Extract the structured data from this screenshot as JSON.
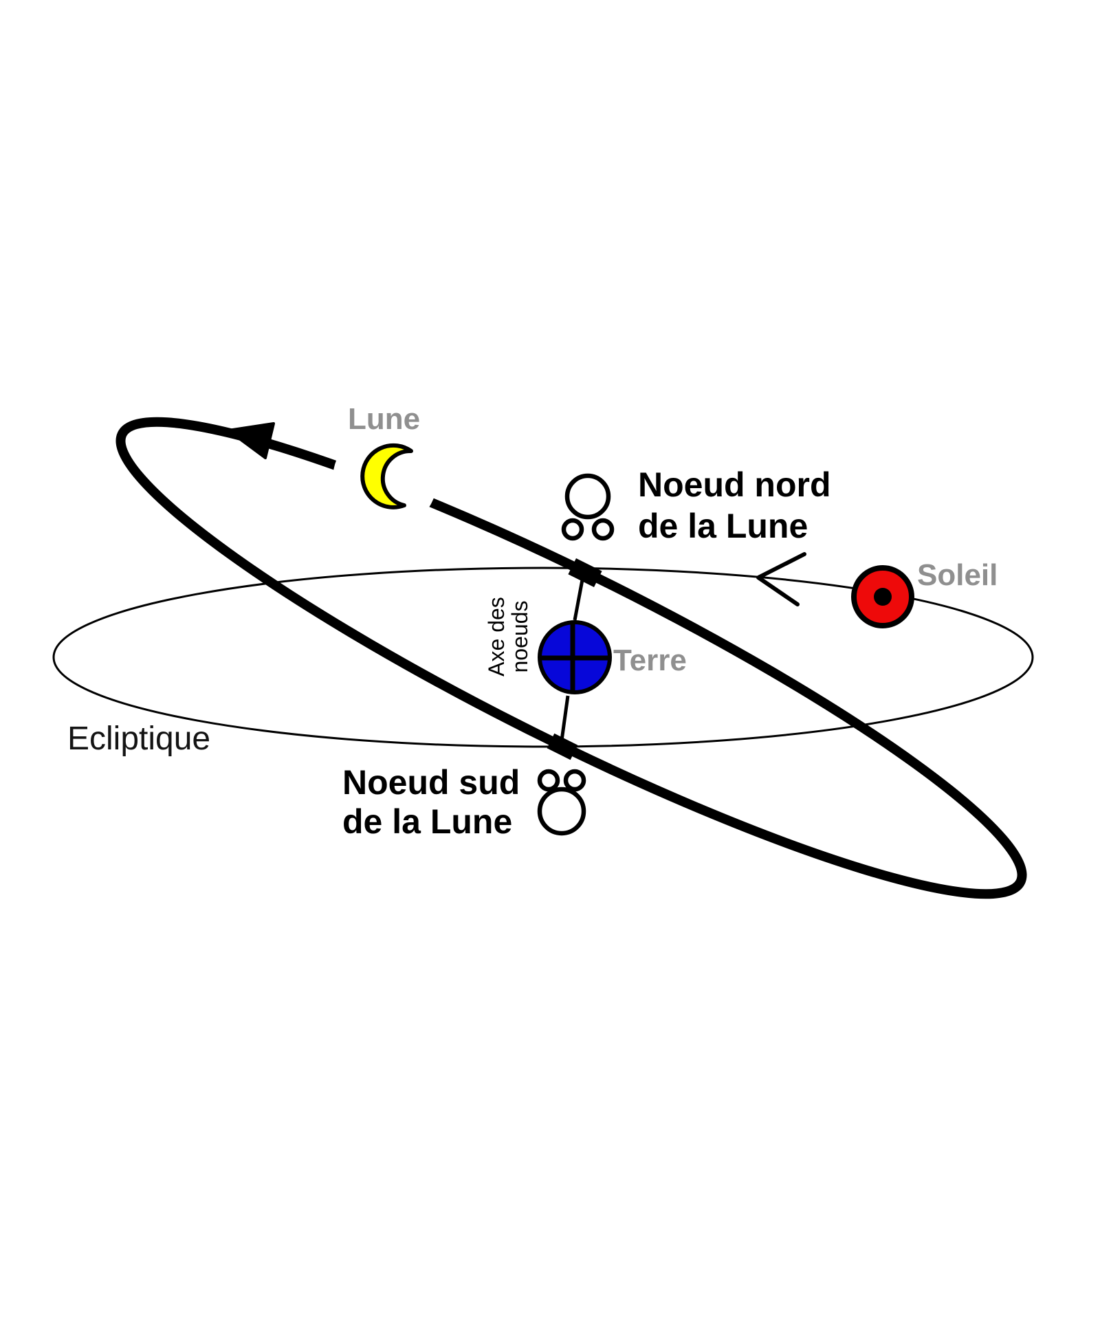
{
  "diagram": {
    "background": "#ffffff",
    "labels": {
      "moon": "Lune",
      "sun": "Soleil",
      "earth": "Terre",
      "ecliptic": "Ecliptique",
      "north_node": {
        "line1": "Noeud nord",
        "line2": "de la Lune"
      },
      "south_node": {
        "line1": "Noeud sud",
        "line2": "de la Lune"
      },
      "nodes_axis": {
        "line1": "Axe des",
        "line2": "noeuds"
      }
    },
    "colors": {
      "moon": "#ffff00",
      "sun": "#ee0a0a",
      "earth": "#0707d9",
      "label_gray": "#8f8f8f",
      "ink": "#000000"
    },
    "icons": {
      "moon": "crescent-moon-icon",
      "sun": "sun-disc-icon",
      "earth": "earth-globe-icon",
      "ascending_node": "ascending-node-symbol-icon",
      "descending_node": "descending-node-symbol-icon",
      "orbit_direction": "orbit-direction-arrow-icon",
      "sun_direction": "sun-direction-arrow-icon",
      "north_node_marker": "node-point-marker",
      "south_node_marker": "node-point-marker"
    }
  }
}
